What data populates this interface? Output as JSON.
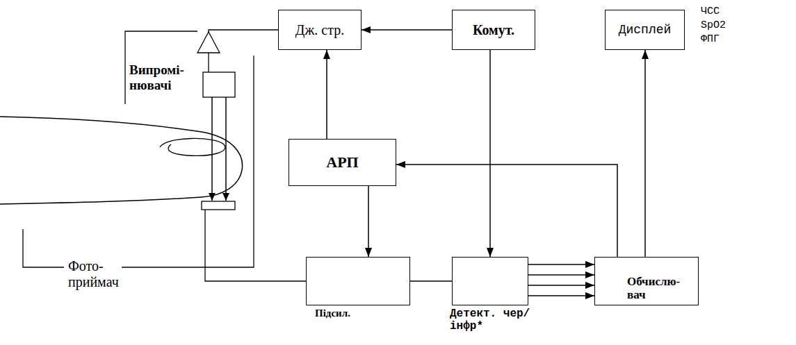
{
  "diagram": {
    "nodes": [
      {
        "text": [
          "Дж. стр."
        ]
      },
      {
        "text": [
          "Комут."
        ]
      },
      {
        "text": [
          "Дисплей"
        ]
      },
      {
        "text": [
          "АРП"
        ]
      },
      {
        "text": [
          "Підсил."
        ]
      },
      {
        "text": [
          "Детект. чер/інфр*"
        ]
      },
      {
        "text": [
          "Обчислю- вач"
        ]
      }
    ],
    "edges": [
      {
        "from": 1,
        "to": 0,
        "arrow": "to"
      },
      {
        "from": 3,
        "to": 0,
        "arrow": "to"
      },
      {
        "from": 3,
        "to": 4,
        "arrow": "to"
      },
      {
        "from": 1,
        "to": 5,
        "arrow": "to"
      },
      {
        "from": 4,
        "to": 5,
        "arrow": "none"
      },
      {
        "from": 5,
        "to": 6,
        "arrow": "to"
      },
      {
        "from": 5,
        "to": 6,
        "arrow": "to"
      },
      {
        "from": 5,
        "to": 6,
        "arrow": "to"
      },
      {
        "from": 5,
        "to": 6,
        "arrow": "to"
      },
      {
        "from": 6,
        "to": 3,
        "arrow": "to"
      },
      {
        "from": 6,
        "to": 2,
        "arrow": "to"
      }
    ],
    "labels": [
      "Випромі- нювачі",
      "Фото- приймач",
      "ЧСС",
      "SpO2",
      "ФПГ"
    ]
  }
}
